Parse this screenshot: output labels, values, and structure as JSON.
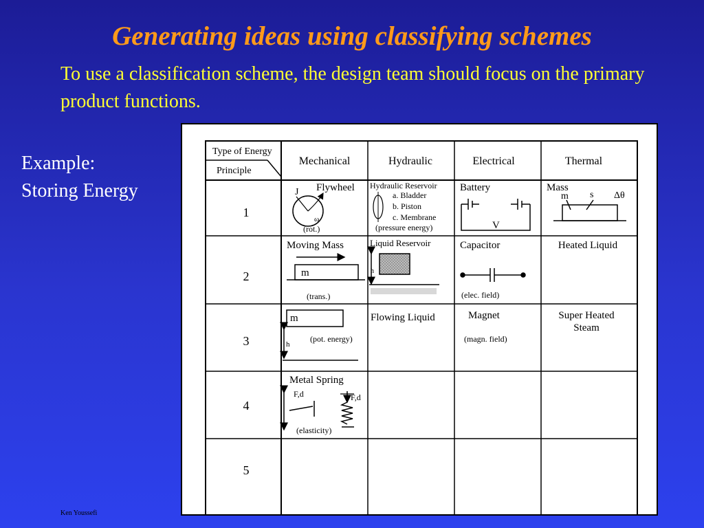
{
  "slide": {
    "title": "Generating ideas using classifying schemes",
    "subtitle": "To use a classification scheme, the design team should focus on the primary product functions.",
    "side_line1": "Example:",
    "side_line2": "Storing Energy",
    "footer": "Ken Youssefi"
  },
  "table": {
    "corner_top": "Type of Energy",
    "corner_bottom": "Principle",
    "headers": [
      "Mechanical",
      "Hydraulic",
      "Electrical",
      "Thermal"
    ],
    "rows": [
      "1",
      "2",
      "3",
      "4",
      "5"
    ],
    "cells": {
      "r1_mech": "Flywheel",
      "r1_mech_j": "J",
      "r1_mech_omega": "ω",
      "r1_mech_note": "(rot.)",
      "r1_hyd": "Hydraulic Reservoir",
      "r1_hyd_a": "a. Bladder",
      "r1_hyd_b": "b. Piston",
      "r1_hyd_c": "c. Membrane",
      "r1_hyd_note": "(pressure energy)",
      "r1_elec": "Battery",
      "r1_elec_v": "V",
      "r1_therm": "Mass",
      "r1_therm_m": "m",
      "r1_therm_s": "s",
      "r1_therm_dt": "Δθ",
      "r2_mech": "Moving Mass",
      "r2_mech_m": "m",
      "r2_mech_note": "(trans.)",
      "r2_hyd": "Liquid Reservoir",
      "r2_hyd_h": "h",
      "r2_elec": "Capacitor",
      "r2_elec_note": "(elec. field)",
      "r2_therm": "Heated Liquid",
      "r3_mech_m": "m",
      "r3_mech_h": "h",
      "r3_mech_note": "(pot. energy)",
      "r3_hyd": "Flowing Liquid",
      "r3_elec": "Magnet",
      "r3_elec_note": "(magn. field)",
      "r3_therm_1": "Super Heated",
      "r3_therm_2": "Steam",
      "r4_mech": "Metal Spring",
      "r4_mech_f1": "F,d",
      "r4_mech_f2": "F,d",
      "r4_mech_note": "(elasticity)"
    }
  }
}
